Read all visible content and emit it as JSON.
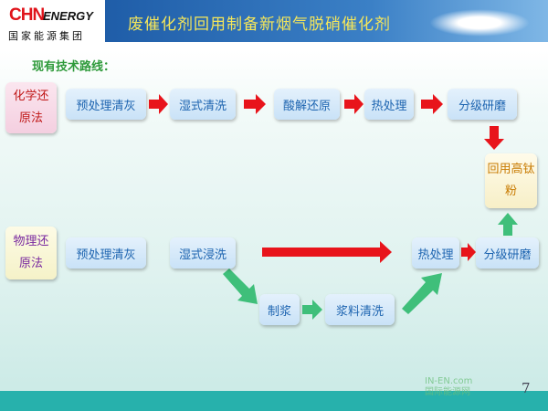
{
  "header": {
    "logo_text": "CHN",
    "logo_text2": "ENERGY",
    "logo_cn": "国家能源集团",
    "title": "废催化剂回用制备新烟气脱硝催化剂"
  },
  "subtitle": "现有技术路线：",
  "chemical": {
    "label": "化学还原法",
    "steps": [
      "预处理清灰",
      "湿式清洗",
      "酸解还原",
      "热处理",
      "分级研磨"
    ]
  },
  "physical": {
    "label": "物理还原法",
    "steps": [
      "预处理清灰",
      "湿式浸洗",
      "热处理",
      "分级研磨"
    ],
    "branch": [
      "制浆",
      "浆料清洗"
    ]
  },
  "result": "回用高钛粉",
  "page_number": "7",
  "watermark": {
    "en": "IN-EN.com",
    "cn": "国际能源网"
  },
  "colors": {
    "red_arrow": "#e8141b",
    "green_arrow": "#3fbf7a",
    "step_text": "#1d64b0"
  }
}
